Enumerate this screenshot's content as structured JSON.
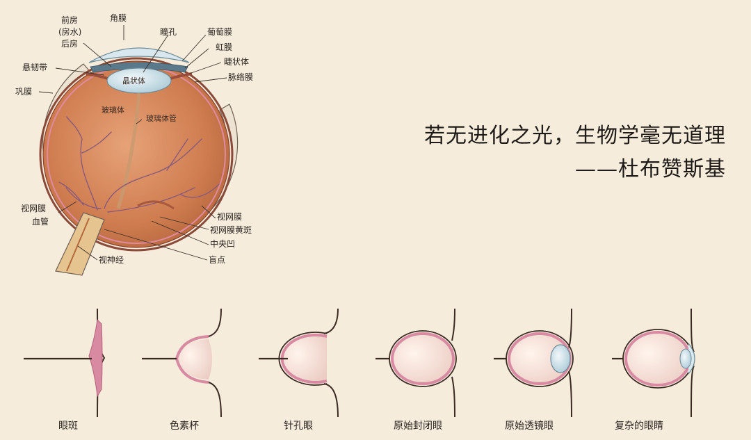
{
  "quote": {
    "line1": "若无进化之光，生物学毫无道理",
    "line2": "——杜布赞斯基"
  },
  "anatomy_labels": {
    "anterior_chamber": "前房",
    "aqueous": "(房水)",
    "posterior_chamber": "后房",
    "cornea": "角膜",
    "pupil": "瞳孔",
    "uvea": "葡萄膜",
    "iris": "虹膜",
    "ciliary_body": "睫状体",
    "choroid": "脉络膜",
    "zonule": "悬韧带",
    "sclera": "巩膜",
    "lens": "晶状体",
    "vitreous": "玻璃体",
    "hyaloid_canal": "玻璃体管",
    "retinal_vessels_1": "视网膜",
    "retinal_vessels_2": "血管",
    "optic_nerve": "视神经",
    "retina": "视网膜",
    "macula": "视网膜黄斑",
    "fovea": "中央凹",
    "blind_spot": "盲点"
  },
  "evolution_stages": [
    {
      "label": "眼斑"
    },
    {
      "label": "色素杯"
    },
    {
      "label": "针孔眼"
    },
    {
      "label": "原始封闭眼"
    },
    {
      "label": "原始透镜眼"
    },
    {
      "label": "复杂的眼睛"
    }
  ],
  "colors": {
    "background": "#f5ecdc",
    "retina_pink": "#d98aa3",
    "eyeball_orange": "#d9895a",
    "sclera": "#ede3d2",
    "lens_blue": "#cfe3ea",
    "vessel_purple": "#8b5a7a"
  }
}
